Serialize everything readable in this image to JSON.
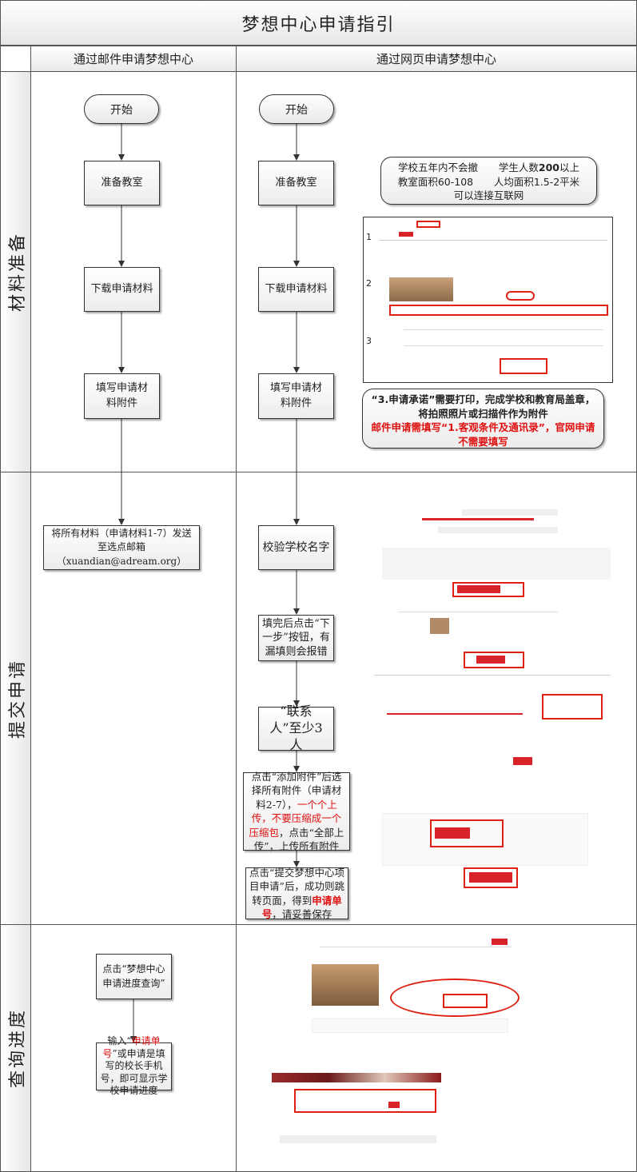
{
  "title": "梦想中心申请指引",
  "columns": {
    "email": "通过邮件申请梦想中心",
    "web": "通过网页申请梦想中心"
  },
  "lanes": {
    "prepare": "材料准备",
    "submit": "提交申请",
    "query": "查询进度"
  },
  "email_flow": {
    "start": "开始",
    "prepare_room": "准备教室",
    "download": "下载申请材料",
    "fill": "填写申请材料附件",
    "send": "将所有材料（申请材料1-7）发送至选点邮箱（xuandian@adream.org）"
  },
  "web_flow": {
    "start": "开始",
    "prepare_room": "准备教室",
    "download": "下载申请材料",
    "fill": "填写申请材料附件",
    "verify": "校验学校名字",
    "next_step": "填完后点击“下一步”按钮，有漏填则会报错",
    "contacts": "“联系人”至少3人",
    "attach": {
      "part1": "点击“添加附件”后选择所有附件（申请材料2-7），",
      "red": "一个个上传，不要压缩成一个压缩包",
      "part2": "，点击“全部上传”，上传所有附件"
    },
    "submit": {
      "part1": "点击“提交梦想中心项目申请”后，成功则跳转页面，得到",
      "red": "申请单号",
      "part2": "，请妥善保存"
    }
  },
  "query_flow": {
    "click": "点击“梦想中心申请进度查询”",
    "input": {
      "part1": "输入“",
      "red": "申请单号",
      "part2": "”或申请是填写的校长手机号，即可显示学校申请进度"
    }
  },
  "notes": {
    "conditions": {
      "line1a": "学校五年内不会撤",
      "line1b": "学生人数",
      "line1b_num": "200",
      "line1b_tail": "以上",
      "line2a": "教室面积60-108",
      "line2b": "人均面积1.5-2平米",
      "line3": "可以连接互联网"
    },
    "pledge": {
      "black": "“3.申请承诺”需要打印，完成学校和教育局盖章，将拍照照片或扫描件作为附件",
      "red": "邮件申请需填写“1.客观条件及通讯录”，官网申请不需要填写"
    }
  },
  "screenshot_labels": {
    "step1": "1",
    "step2": "2",
    "step3": "3"
  },
  "colors": {
    "accent_red": "#e01010",
    "line": "#333333"
  }
}
